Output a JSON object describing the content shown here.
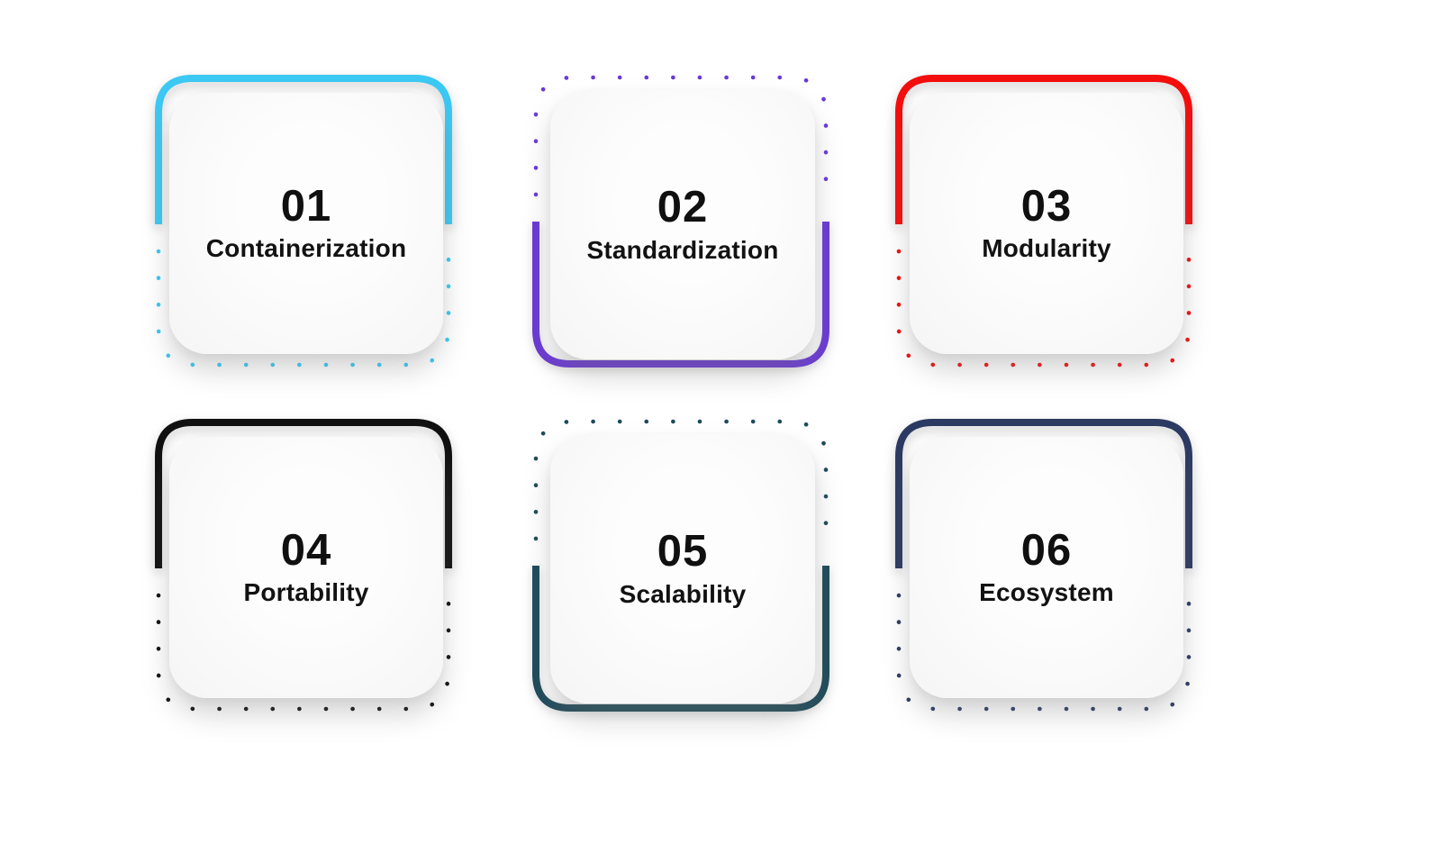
{
  "page": {
    "background": "#ffffff",
    "text_color": "#121212"
  },
  "cards": [
    {
      "number": "01",
      "label": "Containerization",
      "accent": "#3bc8f2",
      "accent_position": "top"
    },
    {
      "number": "02",
      "label": "Standardization",
      "accent": "#6a39d4",
      "accent_position": "bottom"
    },
    {
      "number": "03",
      "label": "Modularity",
      "accent": "#f30d0d",
      "accent_position": "top"
    },
    {
      "number": "04",
      "label": "Portability",
      "accent": "#101010",
      "accent_position": "top"
    },
    {
      "number": "05",
      "label": "Scalability",
      "accent": "#1e4a59",
      "accent_position": "bottom"
    },
    {
      "number": "06",
      "label": "Ecosystem",
      "accent": "#2b3a62",
      "accent_position": "top"
    }
  ]
}
